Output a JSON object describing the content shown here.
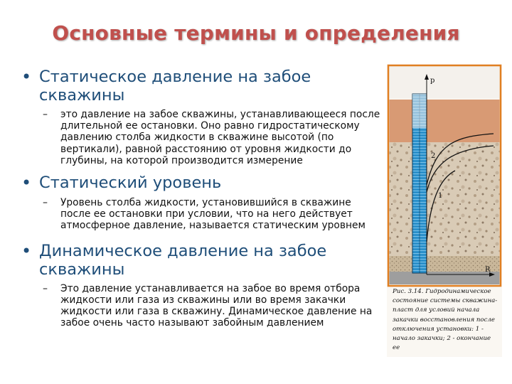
{
  "title": "Основные термины и определения",
  "items": [
    {
      "heading": "Статическое давление на забое скважины",
      "description": "это давление на забое скважины, устанавливающееся после длительной ее остановки. Оно равно гидростатическому давлению столба жидкости в скважине высотой (по вертикали), равной расстоянию от уровня жидкости до глубины, на которой производится измерение"
    },
    {
      "heading": "Статический уровень",
      "description": "Уровень столба жидкости, установившийся в скважине после ее остановки при условии, что на него действует атмосферное давление, называется статическим уровнем"
    },
    {
      "heading": "Динамическое давление на забое скважины",
      "description": "Это давление устанавливается на забое во время отбора жидкости или газа из скважины или во время закачки жидкости или газа в скважину. Динамическое давление на забое очень часто называют забойным давлением"
    }
  ],
  "figure": {
    "axis_p": "p",
    "axis_r": "R",
    "curve_1": "1",
    "curve_2": "2",
    "caption": "Рис. 3.14. Гидродинамическое состояние системы скважина-пласт для условий начала закачки восстановления после отключения установки: 1 - начало закачки; 2 - окончание ее"
  },
  "colors": {
    "title": "#c0504d",
    "bullet_text": "#1f4e79",
    "well_fluid": "#2a8fc9",
    "figure_frame": "#e07f22"
  }
}
